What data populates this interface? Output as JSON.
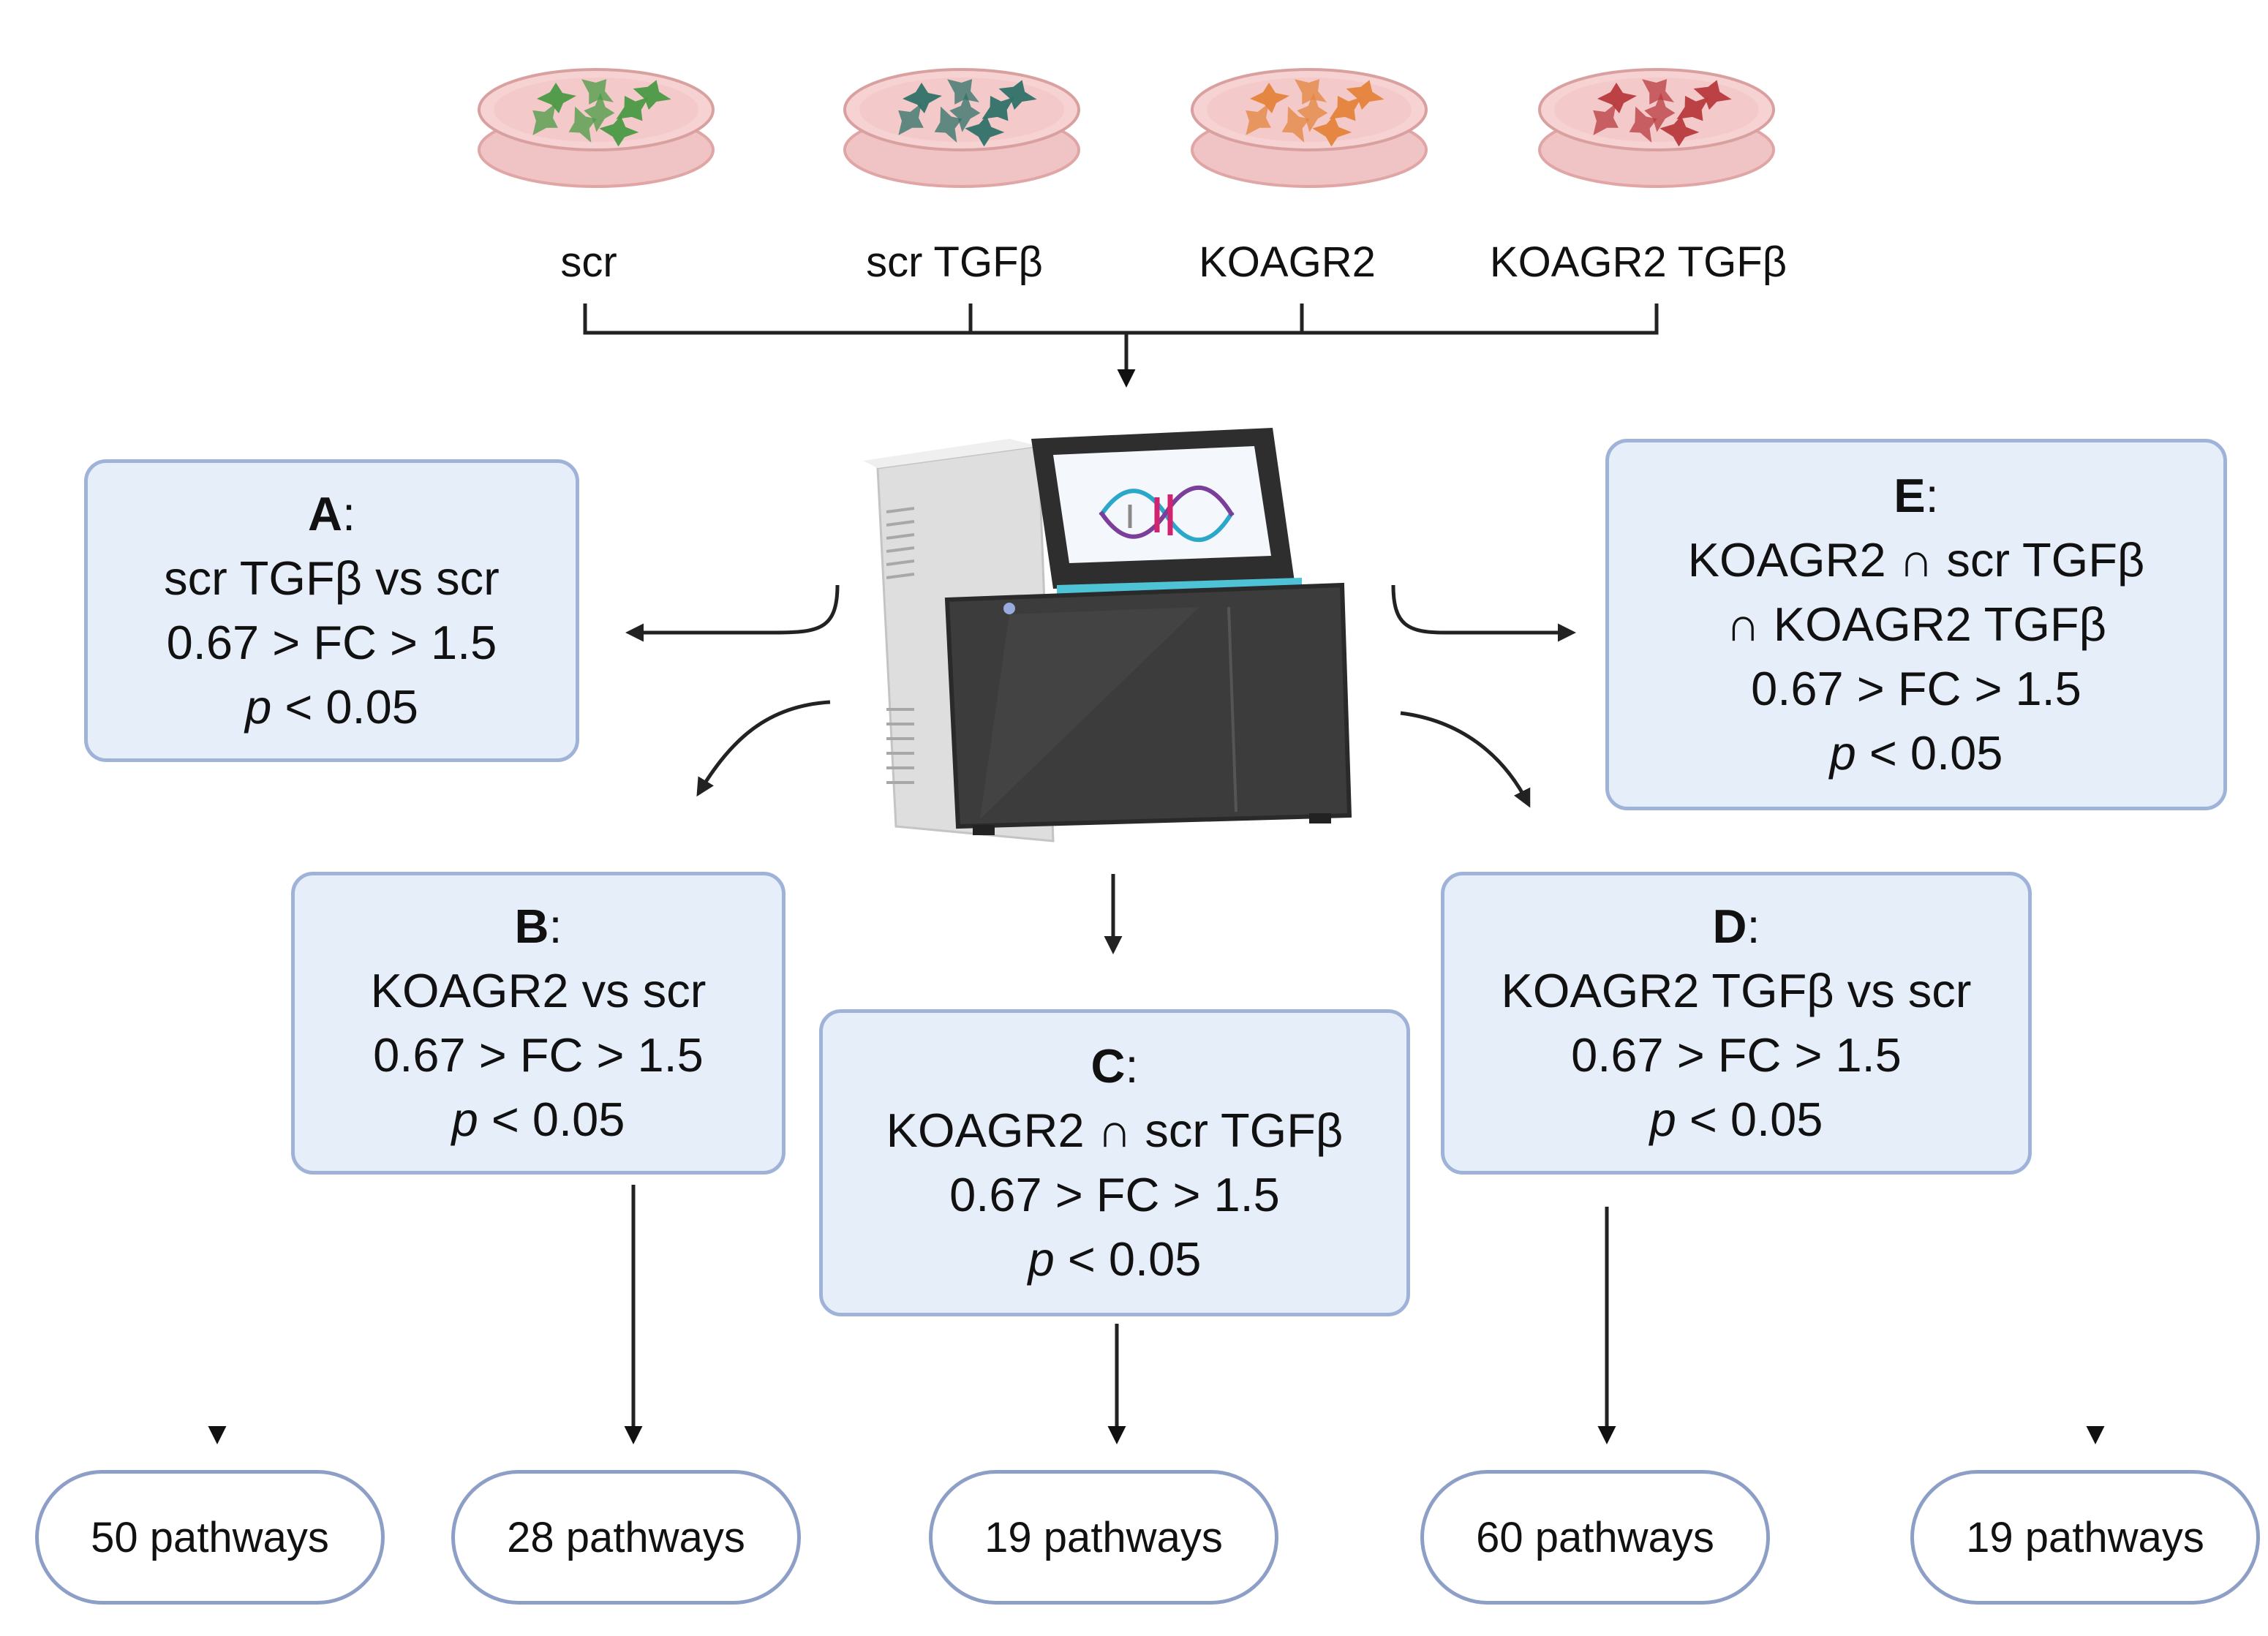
{
  "dishes": [
    {
      "label": "scr",
      "cell_color": "#4a9a44"
    },
    {
      "label": "scr TGFβ",
      "cell_color": "#2f7268"
    },
    {
      "label": "KOAGR2",
      "cell_color": "#e4843c"
    },
    {
      "label": "KOAGR2 TGFβ",
      "cell_color": "#b83a3e"
    }
  ],
  "boxes": {
    "a": {
      "letter": "A",
      "lines": [
        "scr TGFβ vs scr",
        "0.67 > FC > 1.5"
      ],
      "p_symbol": "p",
      "p_text": " < 0.05"
    },
    "b": {
      "letter": "B",
      "lines": [
        "KOAGR2 vs scr",
        "0.67 > FC > 1.5"
      ],
      "p_symbol": "p",
      "p_text": " < 0.05"
    },
    "c": {
      "letter": "C",
      "lines": [
        "KOAGR2 ∩ scr TGFβ",
        "0.67 > FC > 1.5"
      ],
      "p_symbol": "p",
      "p_text": " < 0.05"
    },
    "d": {
      "letter": "D",
      "lines": [
        "KOAGR2 TGFβ vs scr",
        "0.67 > FC > 1.5"
      ],
      "p_symbol": "p",
      "p_text": " < 0.05"
    },
    "e": {
      "letter": "E",
      "lines": [
        "KOAGR2 ∩ scr TGFβ",
        "∩ KOAGR2 TGFβ",
        "0.67 > FC > 1.5"
      ],
      "p_symbol": "p",
      "p_text": " < 0.05"
    }
  },
  "results": [
    "50 pathways",
    "28 pathways",
    "19 pathways",
    "60 pathways",
    "19 pathways"
  ],
  "colors": {
    "box_fill": "#e6eef9",
    "box_border": "#9fb3d9",
    "pill_border": "#8d9fc6",
    "dish": "#f4c4c4",
    "sequencer": "#3a3a3a"
  }
}
